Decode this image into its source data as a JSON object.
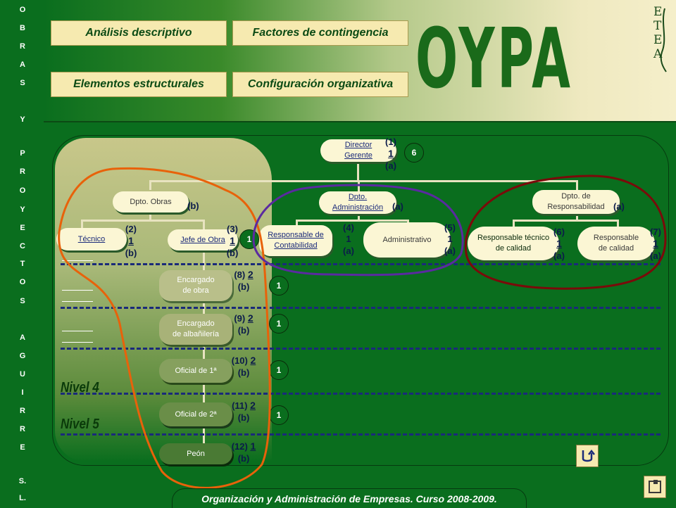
{
  "company_vertical": [
    "O",
    "B",
    "R",
    "A",
    "S",
    "Y",
    "P",
    "R",
    "O",
    "Y",
    "E",
    "C",
    "T",
    "O",
    "S",
    "A",
    "G",
    "U",
    "I",
    "R",
    "R",
    "E",
    "S.",
    "L."
  ],
  "nav": {
    "analisis": "Análisis descriptivo",
    "factores": "Factores de contingencia",
    "elementos": "Elementos estructurales",
    "configuracion": "Configuración organizativa"
  },
  "logo": {
    "text": "OYPA",
    "etea": [
      "E",
      "T",
      "E",
      "A"
    ]
  },
  "org": {
    "director": {
      "line1": "Director",
      "line2": "Gerente",
      "code": "(1)",
      "count": "1",
      "type": "(a)",
      "circle": "6"
    },
    "dpto_obras": {
      "label": "Dpto. Obras",
      "type": "(b)"
    },
    "dpto_admin": {
      "line1": "Dpto.",
      "line2": "Administración",
      "type": "(a)"
    },
    "dpto_resp": {
      "line1": "Dpto. de",
      "line2": "Responsabilidad",
      "type": "(a)"
    },
    "tecnico": {
      "label": "Técnico",
      "code": "(2)",
      "count": "1",
      "type": "(b)"
    },
    "jefe_obra": {
      "label": "Jefe de Obra",
      "code": "(3)",
      "count": "1",
      "type": "(b)",
      "circle": "1"
    },
    "resp_contab": {
      "line1": "Responsable de",
      "line2": "Contabilidad",
      "code": "(4)",
      "count": "1",
      "type": "(a)"
    },
    "administrativo": {
      "label": "Administrativo",
      "code": "(5)",
      "count": "1",
      "type": "(a)"
    },
    "resp_tec_calidad": {
      "line1": "Responsable técnico",
      "line2": "de calidad",
      "code": "(6)",
      "count": "1",
      "type": "(a)"
    },
    "resp_calidad": {
      "line1": "Responsable",
      "line2": "de calidad",
      "code": "(7)",
      "count": "1",
      "type": "(a)"
    },
    "encargado_obra": {
      "line1": "Encargado",
      "line2": "de obra",
      "code": "(8)",
      "count": "2",
      "type": "(b)",
      "circle": "1"
    },
    "encargado_alb": {
      "line1": "Encargado",
      "line2": "de albañilería",
      "code": "(9)",
      "count": "2",
      "type": "(b)",
      "circle": "1"
    },
    "oficial1": {
      "label": "Oficial de 1ª",
      "code": "(10)",
      "count": "2",
      "type": "(b)",
      "circle": "1"
    },
    "oficial2": {
      "label": "Oficial de 2ª",
      "code": "(11)",
      "count": "2",
      "type": "(b)",
      "circle": "1"
    },
    "peon": {
      "label": "Peón",
      "code": "(12)",
      "count": "1",
      "type": "(b)"
    }
  },
  "levels": {
    "nivel4": "Nivel 4",
    "nivel5": "Nivel 5"
  },
  "footer": "Organización y Administración de Empresas. Curso 2008-2009.",
  "colors": {
    "background": "#0a6e1e",
    "box": "#fbf6d4",
    "orange": "#e8620a",
    "purple": "#5a2aa0",
    "darkred": "#7a0a0a"
  },
  "icons": [
    "return-icon",
    "home-icon"
  ]
}
